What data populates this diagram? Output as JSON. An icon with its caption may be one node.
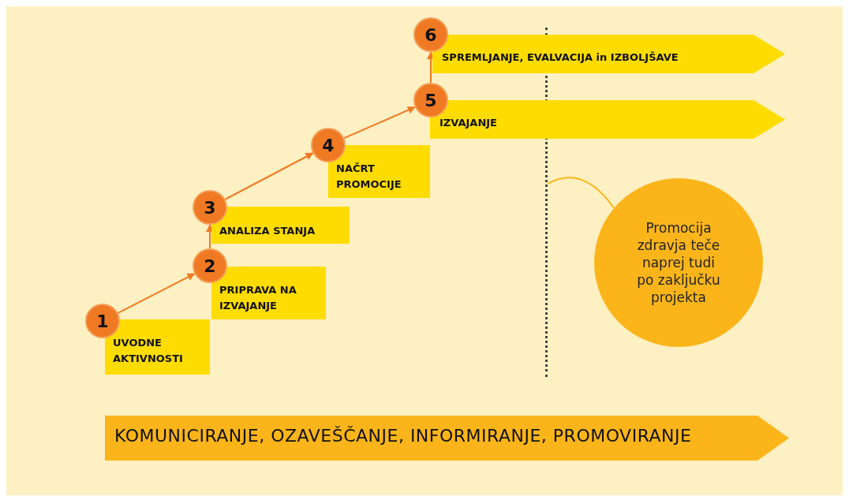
{
  "diagram": {
    "nodes": [
      {
        "text": [
          "1"
        ]
      },
      {
        "text": [
          "UVODNE AKTIVNOSTI"
        ]
      },
      {
        "text": [
          "2"
        ]
      },
      {
        "text": [
          "PRIPRAVA NA IZVAJANJE"
        ]
      },
      {
        "text": [
          "3"
        ]
      },
      {
        "text": [
          "ANALIZA STANJA"
        ]
      },
      {
        "text": [
          "4"
        ]
      },
      {
        "text": [
          "NAČRT PROMOCIJE"
        ]
      },
      {
        "text": [
          "5"
        ]
      },
      {
        "text": [
          "IZVAJANJE"
        ]
      },
      {
        "text": [
          "6"
        ]
      },
      {
        "text": [
          "SPREMLJANJE, EVALVACIJA in IZBOLJŠAVE"
        ]
      },
      {
        "text": [],
        "shape": "line"
      },
      {
        "text": [
          "Promocija zdravja teče naprej tudi po zaključku projekta"
        ]
      },
      {
        "text": [
          "KOMUNICIRANJE, OZAVEŠČANJE, INFORMIRANJE, PROMOVIRANJE"
        ]
      }
    ],
    "edges": [
      {
        "from": 0,
        "to": 2,
        "arrow": "to"
      },
      {
        "from": 2,
        "to": 4,
        "arrow": "to"
      },
      {
        "from": 4,
        "to": 6,
        "arrow": "to"
      },
      {
        "from": 6,
        "to": 8,
        "arrow": "to"
      },
      {
        "from": 8,
        "to": 10,
        "arrow": "to"
      },
      {
        "from": 13,
        "to": 12,
        "arrow": "none"
      }
    ]
  }
}
